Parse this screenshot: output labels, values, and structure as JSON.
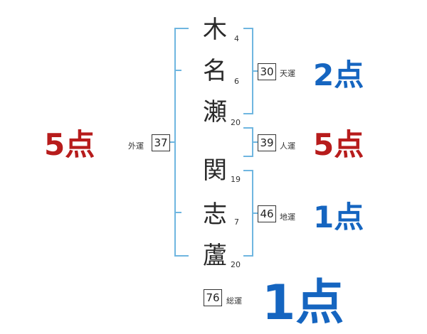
{
  "characters": [
    {
      "char": "木",
      "strokes": "4"
    },
    {
      "char": "名",
      "strokes": "6"
    },
    {
      "char": "瀬",
      "strokes": "20"
    },
    {
      "char": "関",
      "strokes": "19"
    },
    {
      "char": "志",
      "strokes": "7"
    },
    {
      "char": "蘆",
      "strokes": "20"
    }
  ],
  "fortunes": {
    "ten": {
      "label": "天運",
      "value": "30",
      "score": "2点"
    },
    "jin": {
      "label": "人運",
      "value": "39",
      "score": "5点"
    },
    "chi": {
      "label": "地運",
      "value": "46",
      "score": "1点"
    },
    "gai": {
      "label": "外運",
      "value": "37",
      "score": "5点"
    },
    "sou": {
      "label": "総運",
      "value": "76",
      "score": "1点"
    }
  },
  "colors": {
    "line": "#6fb6e0",
    "red": "#b71c1c",
    "blue": "#1565c0"
  }
}
